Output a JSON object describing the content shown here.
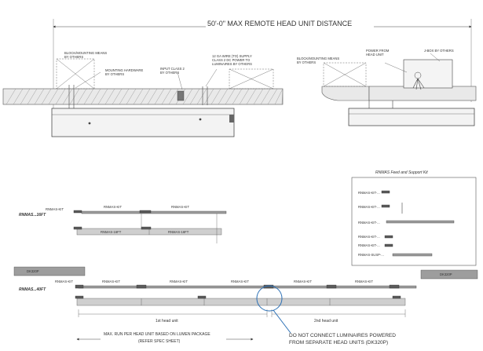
{
  "top": {
    "distance_label": "50'-0\" MAX REMOTE HEAD UNIT DISTANCE",
    "left_notes": {
      "block_left": "BLOCK/MOUNTING MEANS\nBY OTHERS",
      "mounting_hardware": "MOUNTING HARDWARE\nBY OTHERS",
      "input_class2": "INPUT CLASS 2\nBY OTHERS",
      "supply": "12 GA WIRE (TO) SUPPLY\nCLASS 2 DC POWER TO\nLUMINAIRES BY OTHERS"
    },
    "right_notes": {
      "block_right": "BLOCK/MOUNTING MEANS\nBY OTHERS",
      "power": "POWER FROM\nHEAD UNIT",
      "jbox": "J-BOX BY OTHERS"
    }
  },
  "key": {
    "title": "RNMAS Feed and Support Kit",
    "items": [
      "RNMAS-KIT-...",
      "RNMAS-KIT-...",
      "RNMAS-KIT-...",
      "RNMAS-KIT-...",
      "RNMAS-KIT-...",
      "RNMAS-SUSP-..."
    ]
  },
  "row1": {
    "label": "RNMAS...16FT",
    "parts": [
      "RNMAS-KIT",
      "RNMAS-KIT",
      "RNMAS-KIT",
      "RNMAS-16FT",
      "RNMAS-16FT"
    ]
  },
  "row2": {
    "label": "RNMAS...40FT",
    "head_left": "DK320P",
    "head_right": "DK320P",
    "parts": [
      "RNMAS-KIT",
      "RNMAS-KIT",
      "RNMAS-KIT",
      "RNMAS-KIT",
      "RNMAS-KIT",
      "RNMAS-KIT"
    ],
    "first_head": "1st head unit",
    "second_head": "2nd head unit"
  },
  "notes": {
    "max_run_line1": "MAX. RUN PER HEAD UNIT BASED ON LUMEN PACKAGE",
    "max_run_line2": "(REFER SPEC SHEET)",
    "warning_line1": "DO NOT CONNECT LUMINAIRES POWERED",
    "warning_line2": "FROM SEPARATE HEAD UNITS (DK320P)"
  }
}
